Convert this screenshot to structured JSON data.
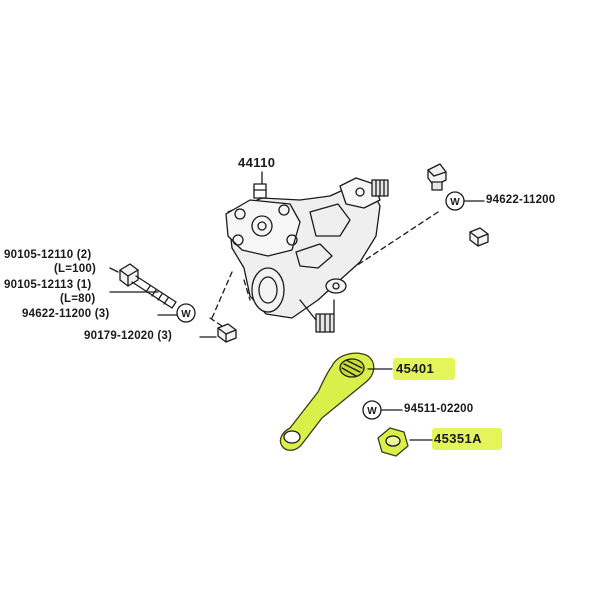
{
  "labels": {
    "gear_box": "44110",
    "nut_ring_right": "94622-11200",
    "bolt_a": "90105-12110 (2)",
    "bolt_a_len": "(L=100)",
    "bolt_b": "90105-12113 (1)",
    "bolt_b_len": "(L=80)",
    "washer_left": "94622-11200 (3)",
    "nut_left": "90179-12020 (3)",
    "pitman_arm": "45401",
    "lock_washer": "94511-02200",
    "arm_nut": "45351A",
    "washer_symbol": "W"
  },
  "colors": {
    "highlight": "#e3f55a",
    "line": "#1a1a1a",
    "part_fill": "#ececec",
    "arm_fill": "#d9f04a"
  }
}
